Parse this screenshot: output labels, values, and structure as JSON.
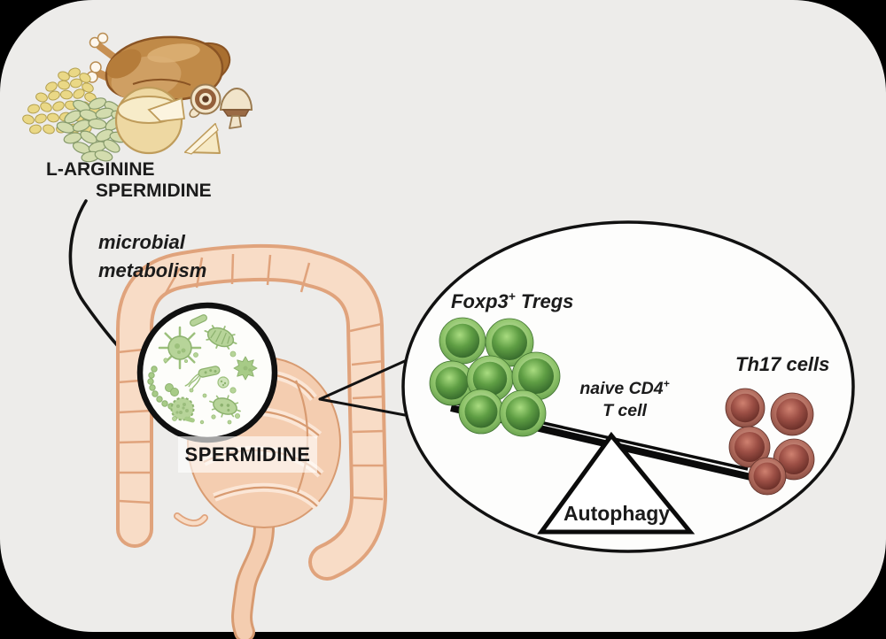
{
  "figure": {
    "background": "#edecea",
    "frame_color": "#000000",
    "callout_fill": "#fdfdfc"
  },
  "food": {
    "label_arginine": "L-ARGININE",
    "label_spermidine": "SPERMIDINE",
    "icons": [
      "turkey",
      "corn-kernels",
      "beans",
      "cheese-wheel",
      "cheese-wedge",
      "mushrooms"
    ]
  },
  "process": {
    "label_line1": "microbial",
    "label_line2": "metabolism"
  },
  "gut": {
    "label": "SPERMIDINE",
    "icons": [
      "large-intestine",
      "small-intestine",
      "gut-microbiota-magnifier"
    ],
    "microbe_color": "#b7d499"
  },
  "balance": {
    "tregs": {
      "base": "Foxp3",
      "sup": "+",
      "rest": " Tregs",
      "color": "#5f9e44"
    },
    "naive": {
      "line1_base": "naive CD4",
      "line1_sup": "+",
      "line2": "T cell"
    },
    "th17": {
      "label": "Th17 cells",
      "color": "#9c4f45"
    },
    "fulcrum": {
      "label": "Autophagy"
    }
  }
}
